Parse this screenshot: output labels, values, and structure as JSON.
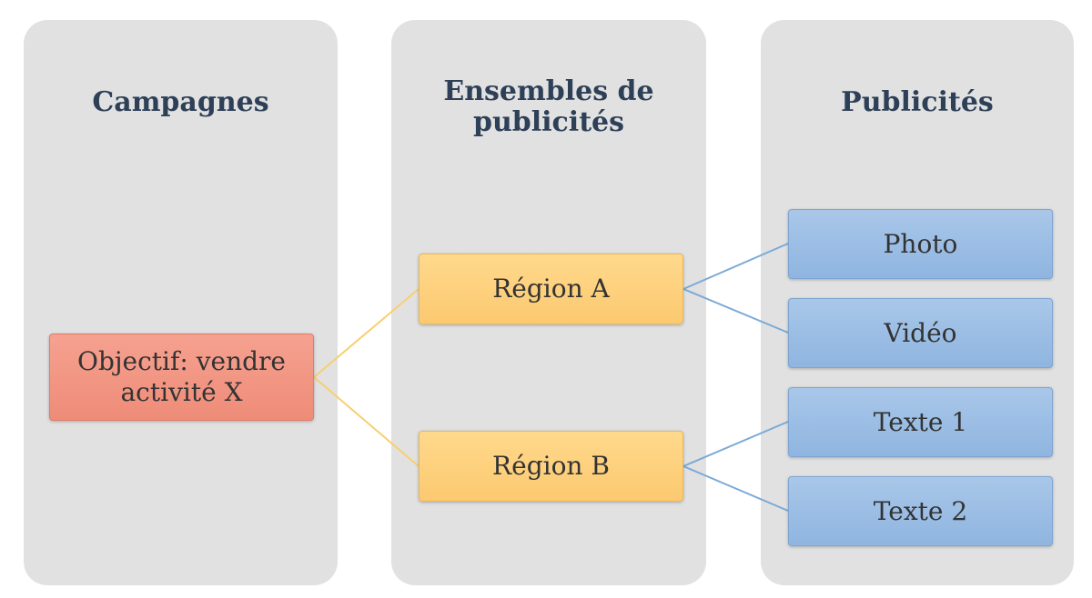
{
  "columns": {
    "campagnes": {
      "title": "Campagnes"
    },
    "ensembles": {
      "title": "Ensembles de publicités"
    },
    "publicites": {
      "title": "Publicités"
    }
  },
  "nodes": {
    "objectif": "Objectif: vendre activité X",
    "region_a": "Région A",
    "region_b": "Région B",
    "photo": "Photo",
    "video": "Vidéo",
    "texte1": "Texte 1",
    "texte2": "Texte 2"
  },
  "colors": {
    "column_background": "#e1e1e1",
    "title_text": "#2e4057",
    "campaign_node": "#f09480",
    "adset_node": "#fdd07c",
    "ad_node": "#9bbde4",
    "connector_orange": "#f7cf72",
    "connector_blue": "#7aaad6"
  }
}
